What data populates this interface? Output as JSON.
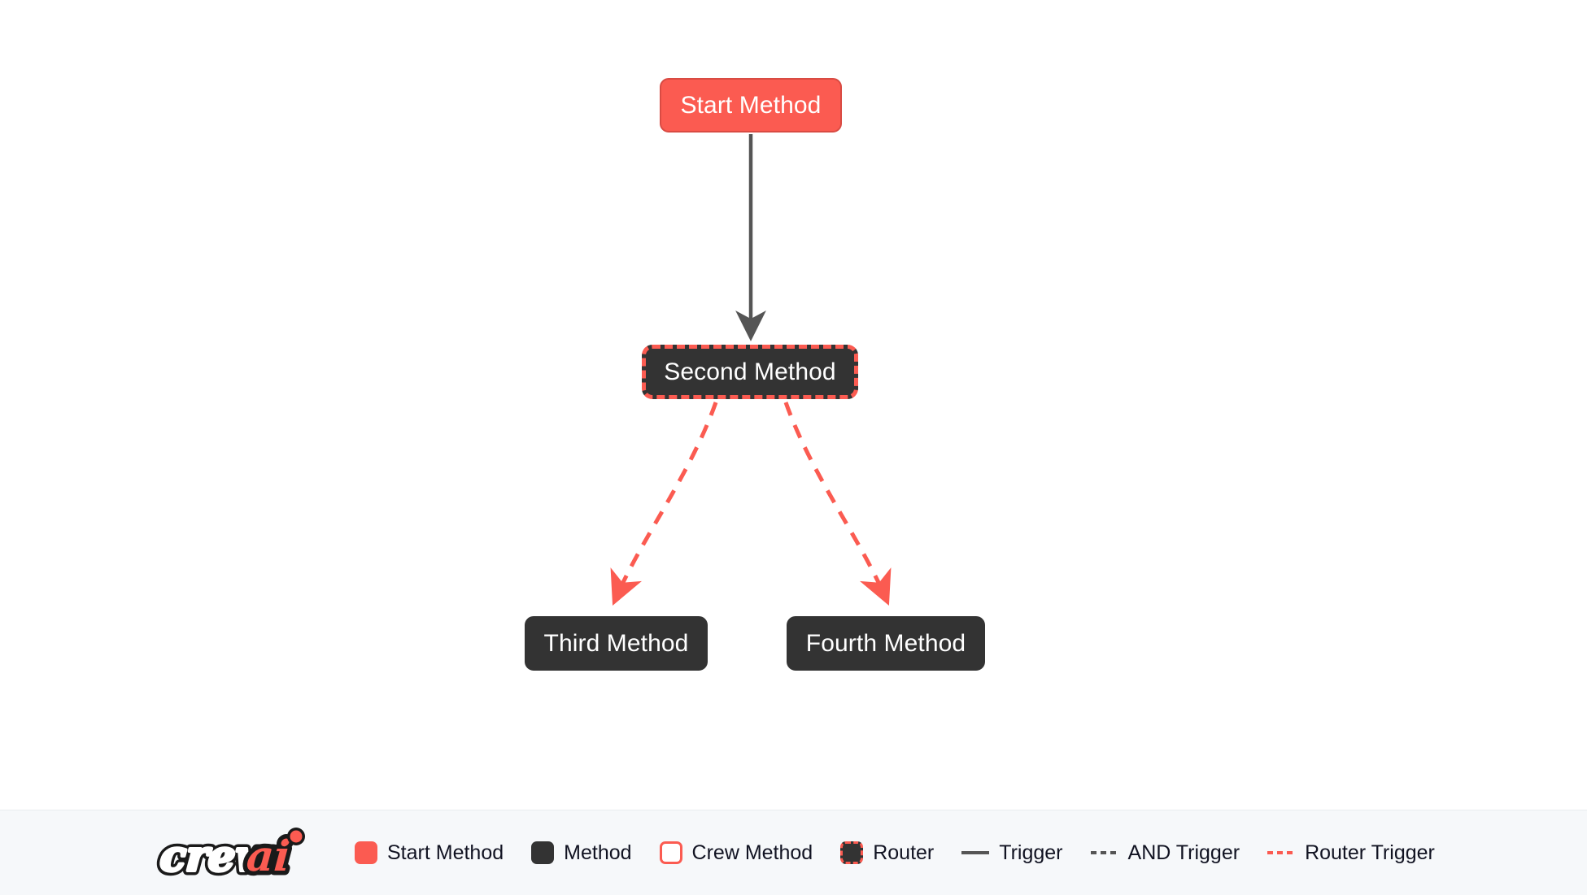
{
  "canvas": {
    "background": "#ffffff",
    "nodes": [
      {
        "id": "start-method",
        "label": "Start Method",
        "type": "start"
      },
      {
        "id": "second-method",
        "label": "Second Method",
        "type": "router"
      },
      {
        "id": "third-method",
        "label": "Third Method",
        "type": "method"
      },
      {
        "id": "fourth-method",
        "label": "Fourth Method",
        "type": "method"
      }
    ],
    "edges": [
      {
        "from": "start-method",
        "to": "second-method",
        "style": "trigger",
        "color": "#555555"
      },
      {
        "from": "second-method",
        "to": "third-method",
        "style": "router-trigger",
        "color": "#FB5B51"
      },
      {
        "from": "second-method",
        "to": "fourth-method",
        "style": "router-trigger",
        "color": "#FB5B51"
      }
    ]
  },
  "legend": {
    "logo_text_primary": "crew",
    "logo_text_accent": "ai",
    "items": [
      {
        "label": "Start Method",
        "swatch": "start-swatch",
        "color": "#FB5B51"
      },
      {
        "label": "Method",
        "swatch": "method-swatch",
        "color": "#333333"
      },
      {
        "label": "Crew Method",
        "swatch": "crew-method-swatch",
        "color": "#FB5B51"
      },
      {
        "label": "Router",
        "swatch": "router-swatch",
        "color": "#FB5B51"
      },
      {
        "label": "Trigger",
        "swatch": "trigger-line",
        "color": "#555555"
      },
      {
        "label": "AND Trigger",
        "swatch": "and-trigger-line",
        "color": "#555555"
      },
      {
        "label": "Router Trigger",
        "swatch": "router-trigger-line",
        "color": "#FB5B51"
      }
    ]
  },
  "colors": {
    "accent": "#FB5B51",
    "node_dark": "#333333",
    "edge_gray": "#555555",
    "legend_bg": "#F6F8FA",
    "canvas_bg": "#ffffff"
  }
}
